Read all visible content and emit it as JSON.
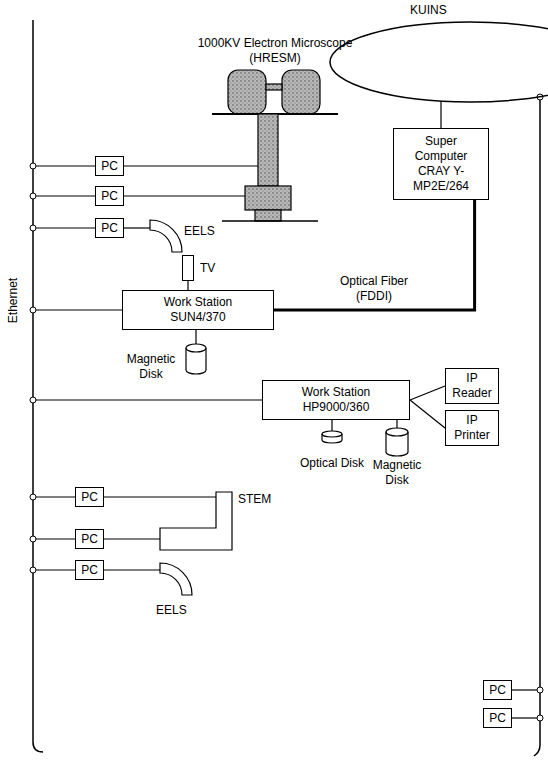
{
  "diagram": {
    "nodes": [
      {
        "text": [
          "KUINS"
        ]
      },
      {
        "text": [
          "Super Computer CRAY Y-MP2E/264"
        ]
      },
      {
        "text": [
          "PC"
        ]
      },
      {
        "text": [
          "PC"
        ]
      },
      {
        "text": [
          "PC"
        ]
      },
      {
        "text": [
          "TV"
        ]
      },
      {
        "text": [
          "Work Station SUN4/370"
        ]
      },
      {
        "text": [
          "Work Station HP9000/360"
        ]
      },
      {
        "text": [
          "IP Reader"
        ]
      },
      {
        "text": [
          "IP Printer"
        ]
      },
      {
        "text": [
          "PC"
        ]
      },
      {
        "text": [
          "PC"
        ]
      },
      {
        "text": [
          "PC"
        ]
      },
      {
        "text": [
          "PC"
        ]
      },
      {
        "text": [
          "PC"
        ]
      }
    ],
    "edges": [
      {
        "from": 0,
        "to": 1,
        "arrow": "none"
      },
      {
        "from": 6,
        "to": 1,
        "label": "Optical Fiber (FDDI)",
        "arrow": "none"
      },
      {
        "from": 5,
        "to": 6,
        "arrow": "none"
      },
      {
        "from": 7,
        "to": 8,
        "arrow": "none"
      },
      {
        "from": 7,
        "to": 9,
        "arrow": "none"
      }
    ],
    "labels": [
      "1000KV Electron Microscope (HRESM)",
      "EELS",
      "Ethernet",
      "Magnetic Disk",
      "Optical Disk",
      "Magnetic Disk",
      "STEM",
      "EELS"
    ]
  }
}
